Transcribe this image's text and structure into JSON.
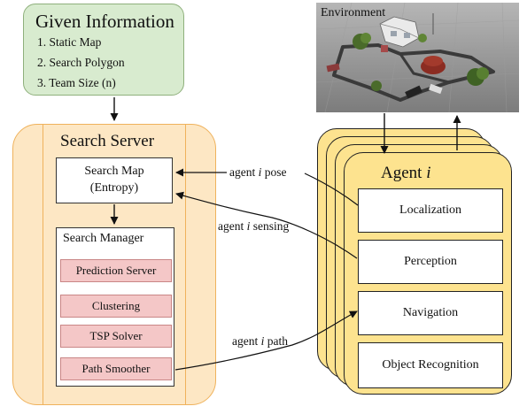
{
  "given": {
    "title": "Given Information",
    "items": [
      "1. Static Map",
      "2. Search Polygon",
      "3. Team Size (n)"
    ]
  },
  "server": {
    "title": "Search Server",
    "search_map_line1": "Search Map",
    "search_map_line2": "(Entropy)",
    "manager_title": "Search Manager",
    "modules": [
      "Prediction Server",
      "Clustering",
      "TSP Solver",
      "Path Smoother"
    ]
  },
  "environment": {
    "title": "Environment"
  },
  "agent": {
    "title_prefix": "Agent ",
    "title_var": "i",
    "modules": [
      "Localization",
      "Perception",
      "Navigation",
      "Object Recognition"
    ]
  },
  "edges": {
    "pose": {
      "prefix": "agent ",
      "var": "i",
      "suffix": " pose"
    },
    "sensing": {
      "prefix": "agent ",
      "var": "i",
      "suffix": " sensing"
    },
    "path": {
      "prefix": "agent ",
      "var": "i",
      "suffix": " path"
    }
  }
}
